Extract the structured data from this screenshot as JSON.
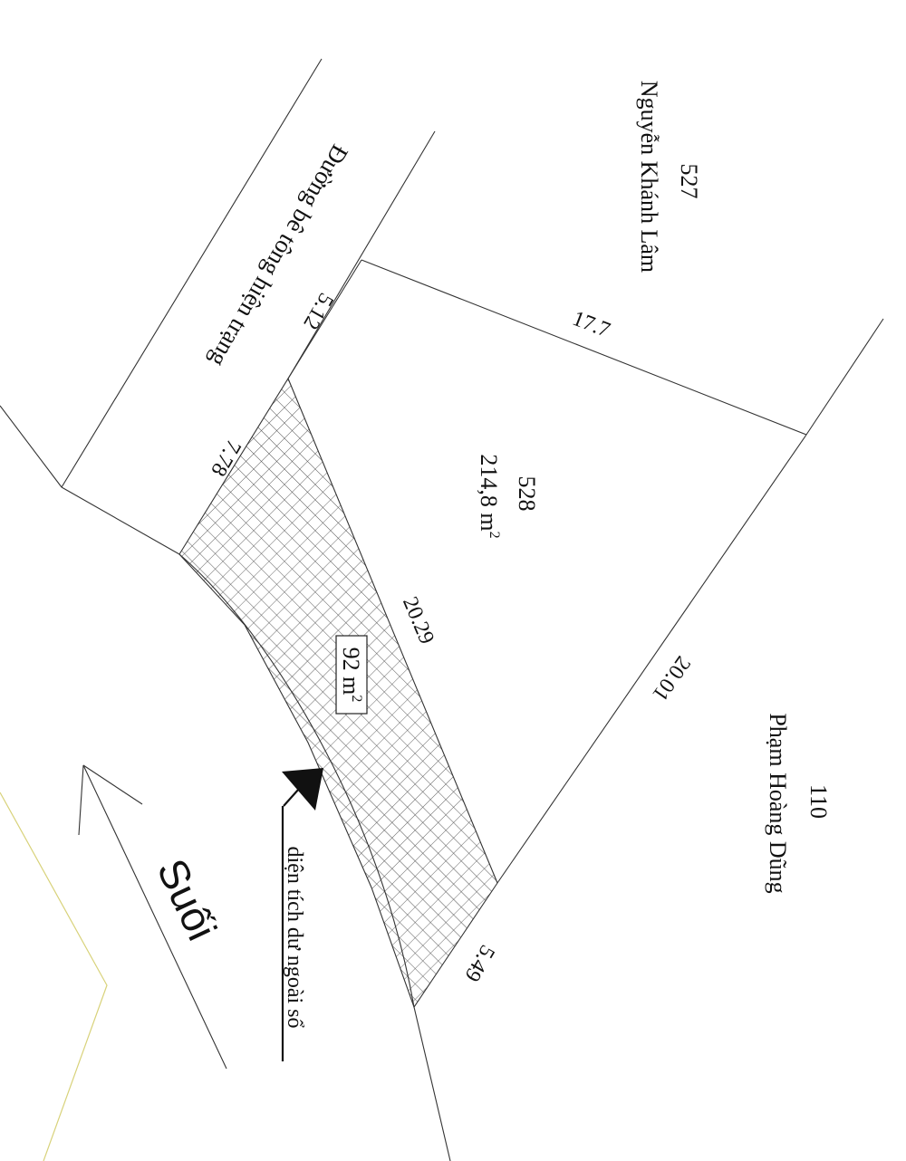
{
  "parcels": {
    "north": {
      "number": "527",
      "owner": "Nguyễn Khánh Lâm"
    },
    "main": {
      "number": "528",
      "area": "214,8 m",
      "area_sup": "2"
    },
    "east": {
      "number": "110",
      "owner": "Phạm Hoàng Dũng"
    }
  },
  "road_label": "Đường bê tông hiện trạng",
  "excess": {
    "area": "92 m",
    "area_sup": "2",
    "note": "diện tích dư ngoài sổ"
  },
  "stream_label": "Suối",
  "edges": {
    "road_front": "5.12",
    "north_side": "17.7",
    "east_side": "20.01",
    "south_side": "5.49",
    "inner_diagonal": "20.29",
    "hatched_top": "7.78"
  },
  "colors": {
    "line": "#333333",
    "hatch": "#555555",
    "yellow_line": "#d8d27a"
  }
}
